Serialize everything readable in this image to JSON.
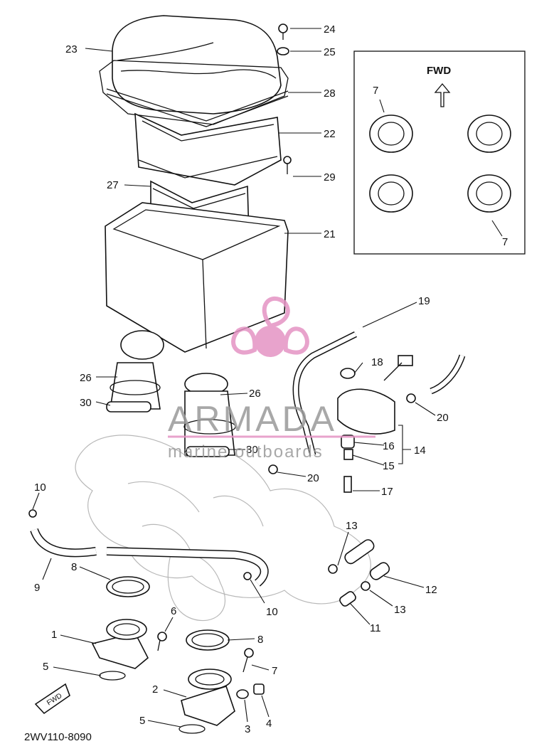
{
  "diagram": {
    "drawing_code": "2WV110-8090",
    "inset_fwd_label": "FWD",
    "corner_arrow_label": "FWD",
    "callouts": [
      {
        "id": "c23",
        "text": "23"
      },
      {
        "id": "c24",
        "text": "24"
      },
      {
        "id": "c25",
        "text": "25"
      },
      {
        "id": "c28",
        "text": "28"
      },
      {
        "id": "c22",
        "text": "22"
      },
      {
        "id": "c29",
        "text": "29"
      },
      {
        "id": "c27",
        "text": "27"
      },
      {
        "id": "c21",
        "text": "21"
      },
      {
        "id": "c19",
        "text": "19"
      },
      {
        "id": "c18",
        "text": "18"
      },
      {
        "id": "c26a",
        "text": "26"
      },
      {
        "id": "c26b",
        "text": "26"
      },
      {
        "id": "c30a",
        "text": "30"
      },
      {
        "id": "c30b",
        "text": "30"
      },
      {
        "id": "c20a",
        "text": "20"
      },
      {
        "id": "c20b",
        "text": "20"
      },
      {
        "id": "c16",
        "text": "16"
      },
      {
        "id": "c15",
        "text": "15"
      },
      {
        "id": "c14",
        "text": "14"
      },
      {
        "id": "c17",
        "text": "17"
      },
      {
        "id": "c10a",
        "text": "10"
      },
      {
        "id": "c10b",
        "text": "10"
      },
      {
        "id": "c13a",
        "text": "13"
      },
      {
        "id": "c13b",
        "text": "13"
      },
      {
        "id": "c12",
        "text": "12"
      },
      {
        "id": "c11",
        "text": "11"
      },
      {
        "id": "c9",
        "text": "9"
      },
      {
        "id": "c8a",
        "text": "8"
      },
      {
        "id": "c8b",
        "text": "8"
      },
      {
        "id": "c6",
        "text": "6"
      },
      {
        "id": "c1",
        "text": "1"
      },
      {
        "id": "c5a",
        "text": "5"
      },
      {
        "id": "c5b",
        "text": "5"
      },
      {
        "id": "c7a",
        "text": "7"
      },
      {
        "id": "c7b",
        "text": "7"
      },
      {
        "id": "c7c",
        "text": "7"
      },
      {
        "id": "c2",
        "text": "2"
      },
      {
        "id": "c3",
        "text": "3"
      },
      {
        "id": "c4",
        "text": "4"
      }
    ]
  },
  "watermark": {
    "brand": "ARMADA",
    "tagline": "marine outboards",
    "color": "#e493c4"
  }
}
